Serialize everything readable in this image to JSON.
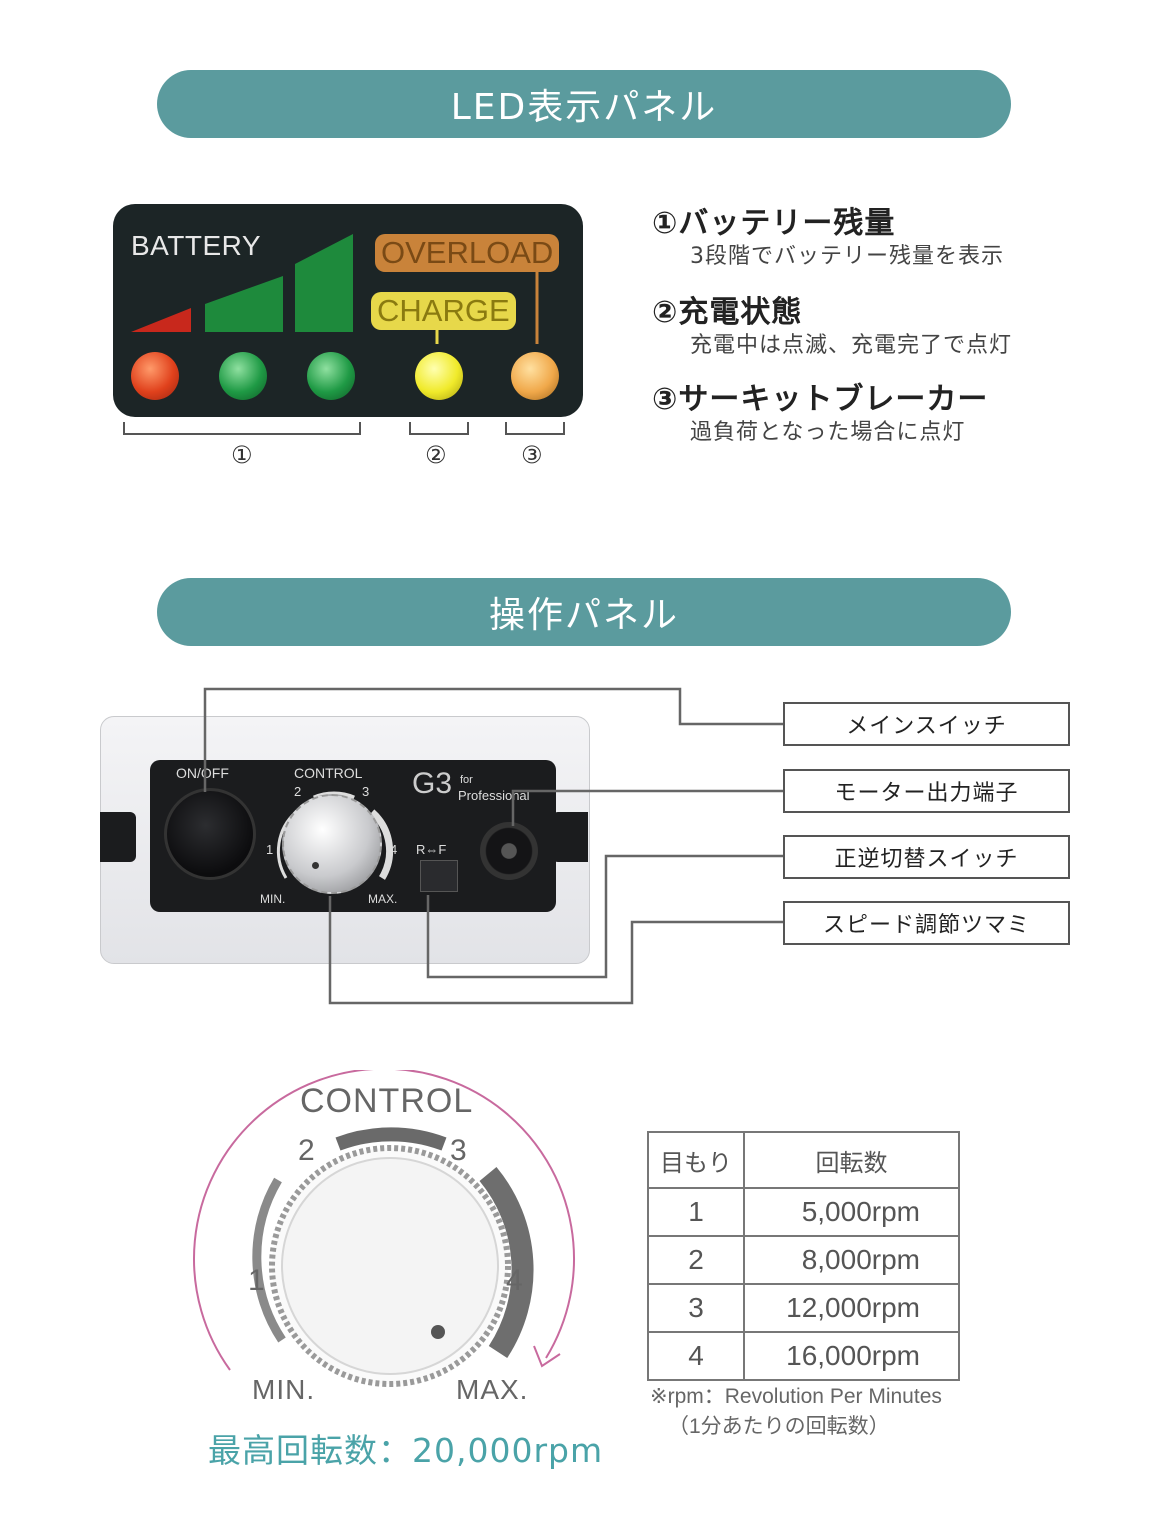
{
  "led_section": {
    "title": "LED表示パネル",
    "panel": {
      "battery": "BATTERY",
      "overload": "OVERLOAD",
      "charge": "CHARGE"
    },
    "markers": [
      "①",
      "②",
      "③"
    ],
    "items": [
      {
        "title": "①バッテリー残量",
        "desc": "3段階でバッテリー残量を表示"
      },
      {
        "title": "②充電状態",
        "desc": "充電中は点滅、充電完了で点灯"
      },
      {
        "title": "③サーキットブレーカー",
        "desc": "過負荷となった場合に点灯"
      }
    ]
  },
  "control_section": {
    "title": "操作パネル",
    "device": {
      "onoff": "ON/OFF",
      "control": "CONTROL",
      "ticks": [
        "1",
        "2",
        "3",
        "4"
      ],
      "min": "MIN.",
      "max": "MAX.",
      "switch": "R⇔F",
      "brand": "G3",
      "brand_sub1": "for",
      "brand_sub2": "Professional"
    },
    "labels": [
      "メインスイッチ",
      "モーター出力端子",
      "正逆切替スイッチ",
      "スピード調節ツマミ"
    ]
  },
  "dial": {
    "control": "CONTROL",
    "ticks": [
      "1",
      "2",
      "3",
      "4"
    ],
    "min": "MIN.",
    "max": "MAX.",
    "max_rpm": "最高回転数：20,000rpm"
  },
  "rpm_table": {
    "headers": [
      "目もり",
      "回転数"
    ],
    "rows": [
      {
        "step": "1",
        "rpm": "5,000rpm"
      },
      {
        "step": "2",
        "rpm": "8,000rpm"
      },
      {
        "step": "3",
        "rpm": "12,000rpm"
      },
      {
        "step": "4",
        "rpm": "16,000rpm"
      }
    ],
    "footnote1": "※rpm：Revolution Per Minutes",
    "footnote2": "（1分あたりの回転数）"
  },
  "colors": {
    "pill": "#5b9b9e",
    "accent_teal": "#4aa3a8",
    "arrow_pink": "#c86a9e"
  }
}
